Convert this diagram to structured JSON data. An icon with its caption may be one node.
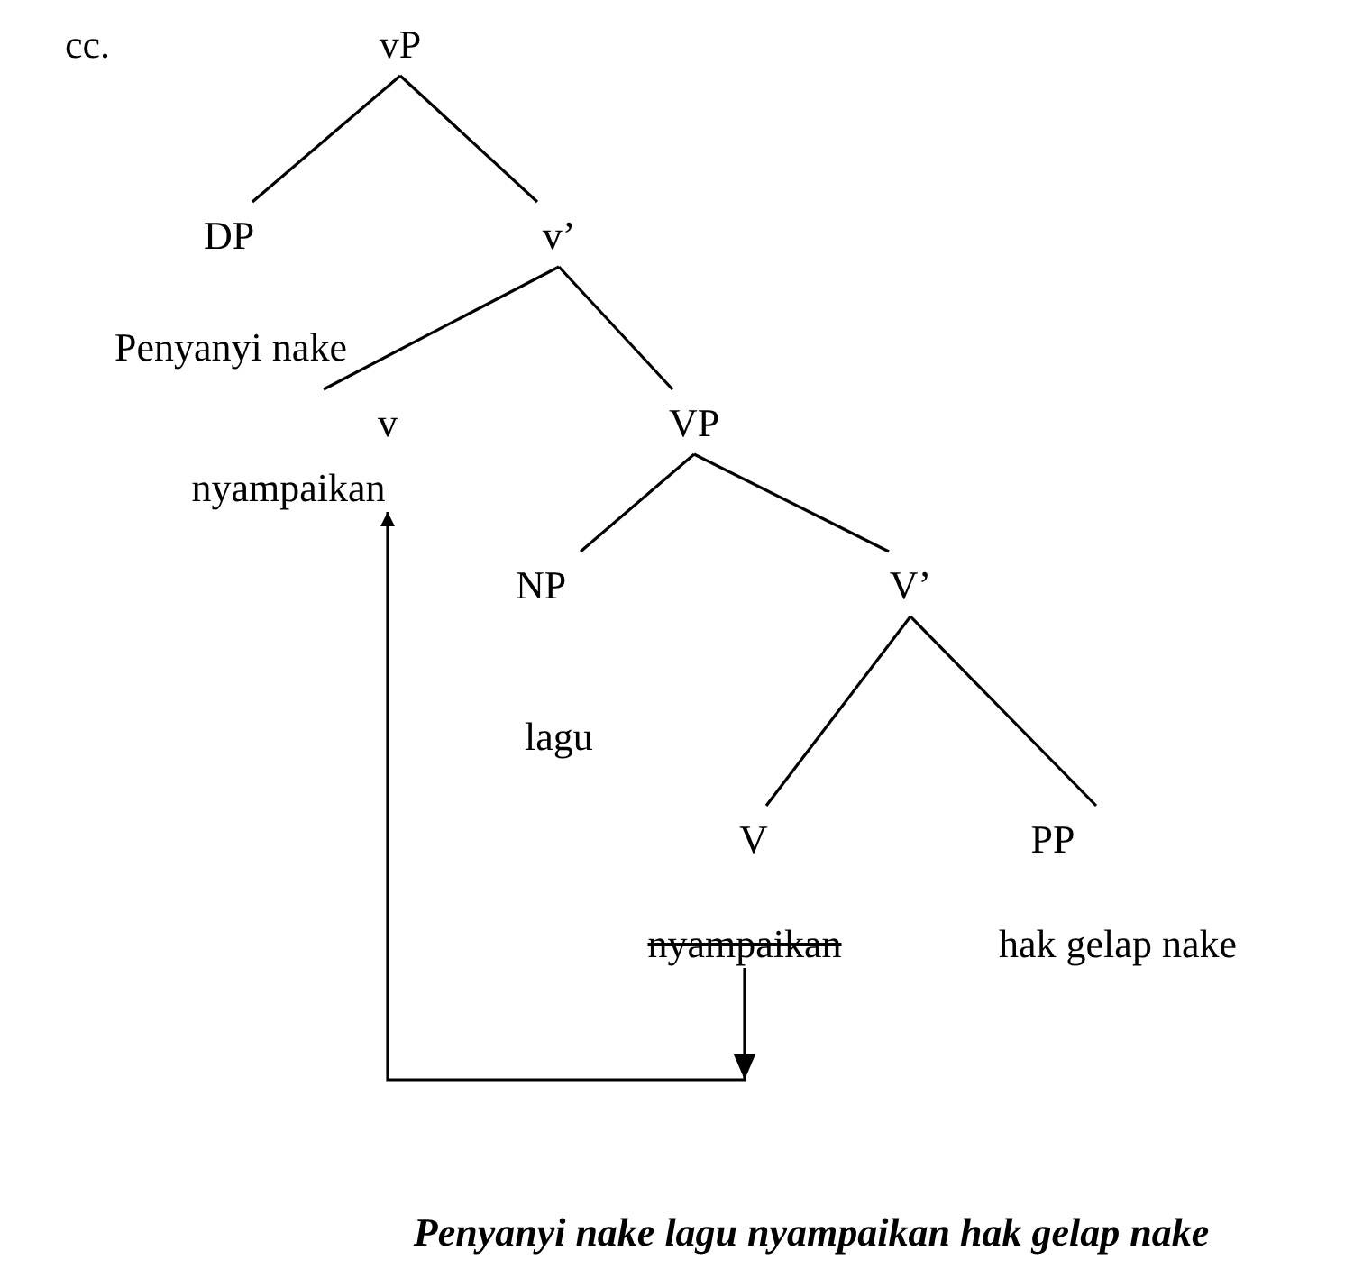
{
  "diagram": {
    "caption": "Penyanyi nake lagu nyampaikan hak gelap nake",
    "nodes": [
      {
        "text": [
          "vP"
        ]
      },
      {
        "text": [
          "DP",
          "Penyanyi nake"
        ]
      },
      {
        "text": [
          "v’"
        ]
      },
      {
        "text": [
          "v",
          "nyampaikan"
        ]
      },
      {
        "text": [
          "VP"
        ]
      },
      {
        "text": [
          "NP",
          "lagu"
        ]
      },
      {
        "text": [
          "V’"
        ]
      },
      {
        "text": [
          "V",
          "nyampaikan"
        ]
      },
      {
        "text": [
          "PP",
          "hak gelap nake"
        ]
      }
    ],
    "edges": [
      {
        "from": 0,
        "to": 1,
        "arrow": "none"
      },
      {
        "from": 0,
        "to": 2,
        "arrow": "none"
      },
      {
        "from": 2,
        "to": 3,
        "arrow": "none"
      },
      {
        "from": 2,
        "to": 4,
        "arrow": "none"
      },
      {
        "from": 4,
        "to": 5,
        "arrow": "none"
      },
      {
        "from": 4,
        "to": 6,
        "arrow": "none"
      },
      {
        "from": 6,
        "to": 7,
        "arrow": "none"
      },
      {
        "from": 6,
        "to": 8,
        "arrow": "none"
      },
      {
        "from": 7,
        "to": 3,
        "arrow": "to"
      }
    ],
    "labels": [
      "cc."
    ]
  }
}
